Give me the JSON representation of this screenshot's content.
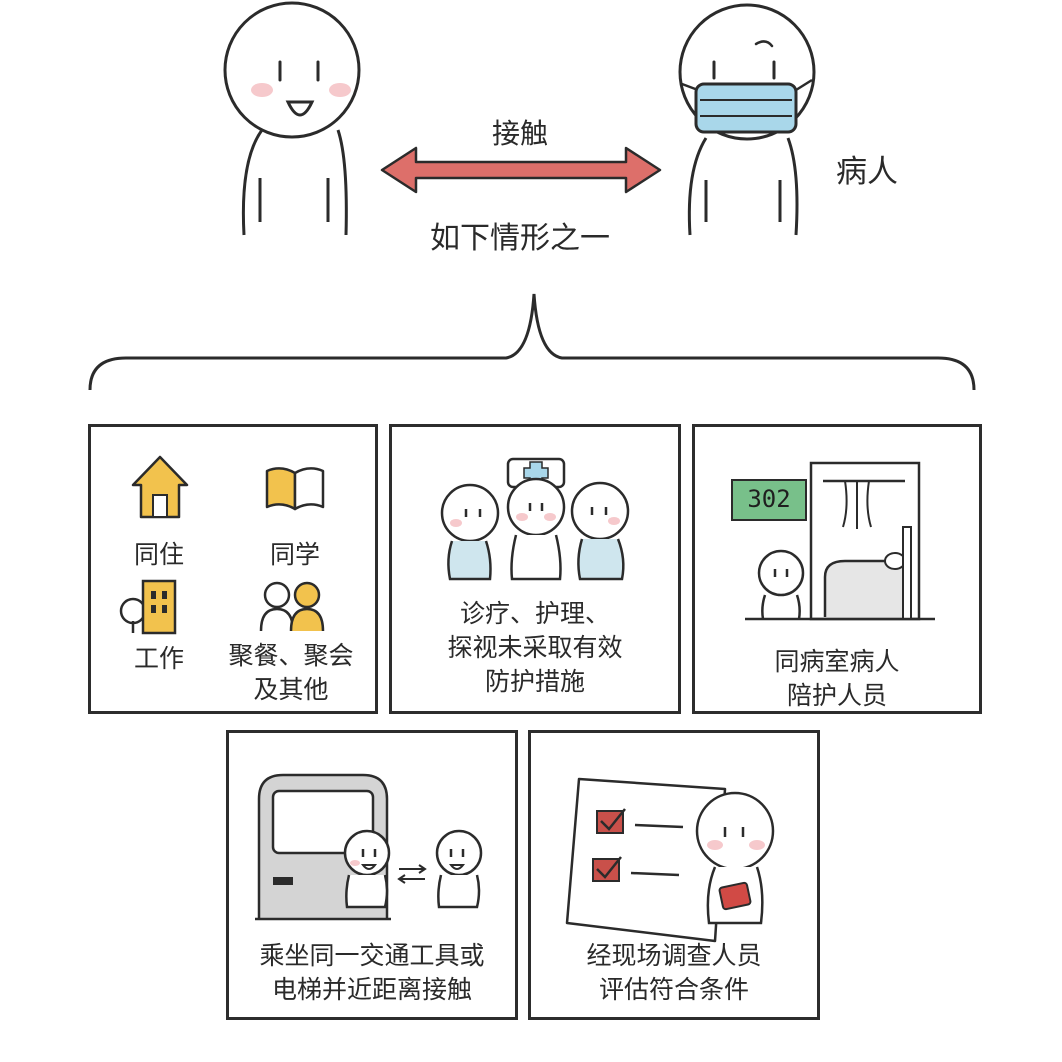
{
  "top": {
    "contact_label": "接触",
    "patient_label": "病人",
    "condition_label": "如下情形之一"
  },
  "panels": {
    "p1": {
      "items": [
        {
          "label": "同住",
          "icon": "house-icon"
        },
        {
          "label": "同学",
          "icon": "book-icon"
        },
        {
          "label": "工作",
          "icon": "office-icon"
        },
        {
          "label": "聚餐、聚会\n及其他",
          "icon": "people-icon"
        }
      ]
    },
    "p2": {
      "text": "诊疗、护理、\n探视未采取有效\n防护措施"
    },
    "p3": {
      "room_number": "302",
      "text": "同病室病人\n陪护人员"
    },
    "p4": {
      "text": "乘坐同一交通工具或\n电梯并近距离接触"
    },
    "p5": {
      "text": "经现场调查人员\n评估符合条件"
    }
  },
  "colors": {
    "arrow": "#dd6f6a",
    "mask": "#a9d7ea",
    "icon_yellow": "#f2c24d",
    "sign_green": "#78c08a",
    "check_red": "#c9504a",
    "card_red": "#d14a45",
    "blush": "#f6c9cc"
  }
}
